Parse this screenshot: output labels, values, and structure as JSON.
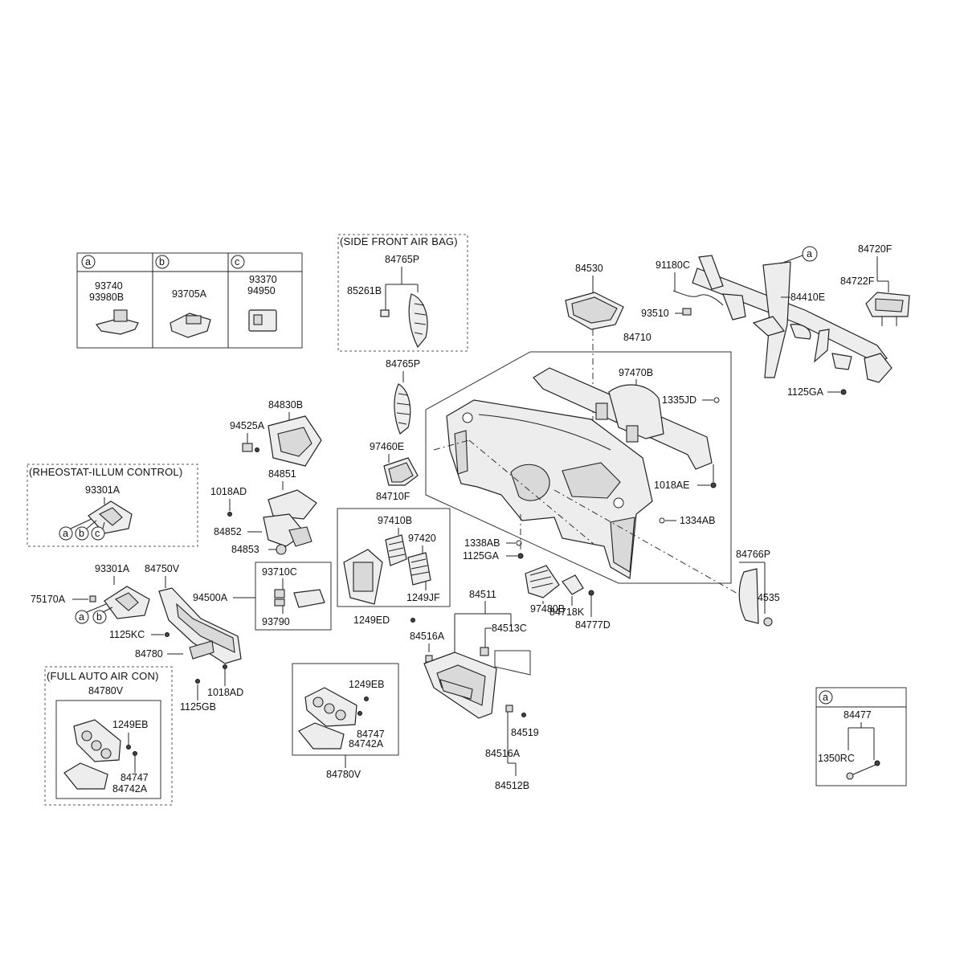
{
  "boxes": {
    "variants": {
      "a": {
        "letter": "a",
        "labels": [
          "93740",
          "93980B"
        ]
      },
      "b": {
        "letter": "b",
        "labels": [
          "93705A"
        ]
      },
      "c": {
        "letter": "c",
        "labels": [
          "93370",
          "94950"
        ]
      }
    },
    "side_front_air_bag": {
      "title": "(SIDE FRONT AIR BAG)",
      "labels": [
        "84765P",
        "85261B"
      ]
    },
    "rheostat_illum_control": {
      "title": "(RHEOSTAT-ILLUM CONTROL)",
      "label": "93301A",
      "letters": [
        "a",
        "b",
        "c"
      ]
    },
    "full_auto_air_con": {
      "title": "(FULL AUTO AIR CON)",
      "labels": [
        "84780V",
        "1249EB",
        "84747",
        "84742A"
      ]
    },
    "center_fascia": {
      "labels": [
        "1249EB",
        "84747",
        "84742A",
        "84780V"
      ]
    },
    "cowl_detail": {
      "letter": "a",
      "labels": [
        "84477",
        "1350RC"
      ]
    }
  },
  "labels": {
    "p84530": "84530",
    "p91180C": "91180C",
    "p93510": "93510",
    "p84410E": "84410E",
    "p84720F": "84720F",
    "p84722F": "84722F",
    "p1125GA_top": "1125GA",
    "p84710": "84710",
    "p97470B": "97470B",
    "p1335JD": "1335JD",
    "p1018AE": "1018AE",
    "p1334AB": "1334AB",
    "p84765P": "84765P",
    "p97460E": "97460E",
    "p84710F": "84710F",
    "p97410B": "97410B",
    "p97420": "97420",
    "p1249JF": "1249JF",
    "p1338AB": "1338AB",
    "p1125GA_mid": "1125GA",
    "p97480B": "97480B",
    "p84718K": "84718K",
    "p84777D": "84777D",
    "p84766P": "84766P",
    "p84535": "84535",
    "p84830B": "84830B",
    "p94525A": "94525A",
    "p84851": "84851",
    "p1018AD_a": "1018AD",
    "p84852": "84852",
    "p84853": "84853",
    "p93301A": "93301A",
    "p84750V": "84750V",
    "p75170A": "75170A",
    "p94500A": "94500A",
    "p93710C": "93710C",
    "p93790": "93790",
    "p1125KC": "1125KC",
    "p84780": "84780",
    "p1018AD_b": "1018AD",
    "p1125GB": "1125GB",
    "p1249ED": "1249ED",
    "p84511": "84511",
    "p84516A_a": "84516A",
    "p84513C": "84513C",
    "p84519": "84519",
    "p84516A_b": "84516A",
    "p84512B": "84512B",
    "letter_a_main": "a",
    "letter_a_93301": "a",
    "letter_b_93301": "b"
  },
  "icons": [
    "screw-icon",
    "clip-icon",
    "callout-circle"
  ]
}
